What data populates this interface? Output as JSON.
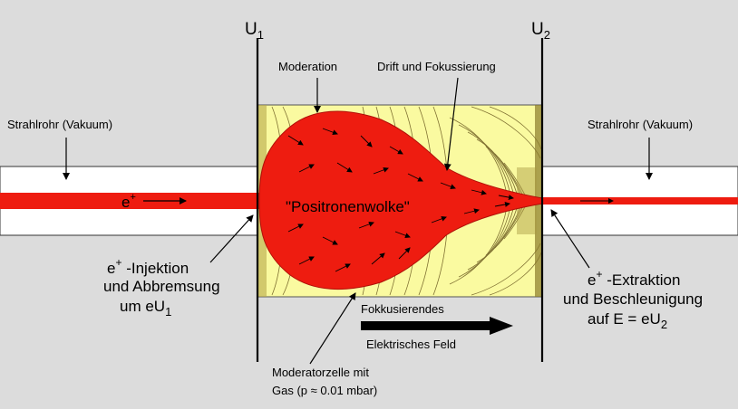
{
  "labels": {
    "u1": "U",
    "u1_sub": "1",
    "u2": "U",
    "u2_sub": "2",
    "moderation": "Moderation",
    "drift": "Drift und Fokussierung",
    "beam_left": "Strahlrohr (Vakuum)",
    "beam_right": "Strahlrohr (Vakuum)",
    "positron": "e",
    "positron_sup": "+",
    "cloud": "\"Positronenwolke\"",
    "inj_sup": "+",
    "inj_line1": " -Injektion",
    "inj_line2": "und Abbremsung",
    "inj_line3": "um eU",
    "inj_sub": "1",
    "ext_sup": "+",
    "ext_line1": " -Extraktion",
    "ext_line2": "und Beschleunigung",
    "ext_line3": "auf E = eU",
    "ext_sub": "2",
    "field1": "Fokkusierendes",
    "field2": "Elektrisches Feld",
    "cell1": "Moderatorzelle mit",
    "cell2": "Gas (p ≈ 0.01 mbar)"
  },
  "colors": {
    "background": "#dcdcdc",
    "pipe": "#ffffff",
    "cell": "#fafaa0",
    "beam": "#ee1c10",
    "lines": "#000000"
  }
}
